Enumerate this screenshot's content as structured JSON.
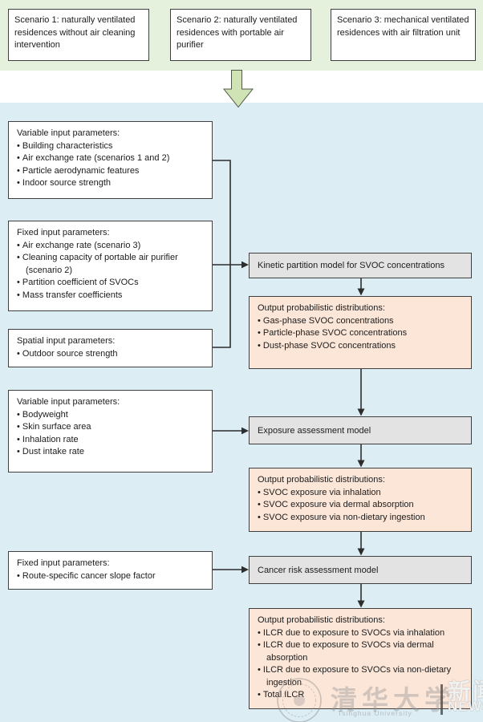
{
  "scenarios": [
    {
      "label": "Scenario 1: naturally ventilated residences without air cleaning intervention"
    },
    {
      "label": "Scenario 2: naturally ventilated residences with portable air purifier"
    },
    {
      "label": "Scenario 3: mechanical ventilated residences with air filtration unit"
    }
  ],
  "flow": {
    "inputs": [
      {
        "title": "Variable input parameters:",
        "items": [
          "Building characteristics",
          "Air exchange rate (scenarios 1 and 2)",
          "Particle aerodynamic features",
          "Indoor source strength"
        ]
      },
      {
        "title": "Fixed input parameters:",
        "items": [
          "Air exchange rate (scenario 3)",
          "Cleaning capacity of portable air purifier (scenario 2)",
          "Partition coefficient of SVOCs",
          "Mass transfer coefficients"
        ]
      },
      {
        "title": "Spatial input parameters:",
        "items": [
          "Outdoor source strength"
        ]
      },
      {
        "title": "Variable input parameters:",
        "items": [
          "Bodyweight",
          "Skin surface area",
          "Inhalation rate",
          "Dust intake rate"
        ]
      },
      {
        "title": "Fixed input parameters:",
        "items": [
          "Route-specific cancer slope factor"
        ]
      }
    ],
    "models": [
      {
        "label": "Kinetic partition model for SVOC concentrations"
      },
      {
        "label": "Exposure assessment model"
      },
      {
        "label": "Cancer risk assessment model"
      }
    ],
    "outputs": [
      {
        "title": "Output probabilistic distributions:",
        "items": [
          "Gas-phase SVOC concentrations",
          "Particle-phase SVOC concentrations",
          "Dust-phase SVOC concentrations"
        ]
      },
      {
        "title": "Output probabilistic distributions:",
        "items": [
          "SVOC exposure via inhalation",
          "SVOC exposure via dermal absorption",
          "SVOC exposure via non-dietary ingestion"
        ]
      },
      {
        "title": "Output probabilistic distributions:",
        "items": [
          "ILCR due to exposure to SVOCs via inhalation",
          "ILCR due to exposure to SVOCs via dermal absorption",
          "ILCR due to exposure to SVOCs via non-dietary ingestion",
          "Total ILCR"
        ]
      }
    ]
  },
  "watermark": {
    "university_cn": "清华大学",
    "university_en": "Tsinghua University",
    "news_cn": "新闻",
    "news_en": "NEWS"
  },
  "colors": {
    "band_green": "#e6f1dd",
    "arrow_green": "#cfe3b4",
    "background_blue": "#dcedf4",
    "model_box_gray": "#e3e3e3",
    "output_box_peach": "#fce6d8",
    "box_border": "#3f3f3f",
    "connector_line": "#2d2d2d"
  }
}
